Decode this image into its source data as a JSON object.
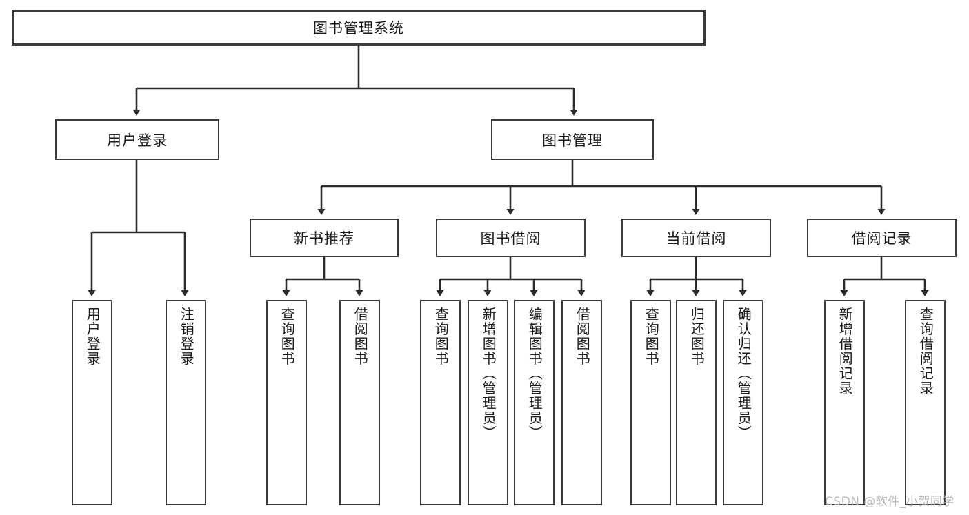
{
  "diagram": {
    "type": "hierarchy-tree",
    "title": "图书管理系统",
    "watermark": "CSDN @软件_小贺同学",
    "colors": {
      "background": "#ffffff",
      "border": "#3a3a3a",
      "text": "#1a1a1a",
      "edge": "#2b2b2b",
      "watermark": "#b9b9b9"
    },
    "nodes": {
      "root": {
        "label": "图书管理系统"
      },
      "level1": [
        {
          "id": "user-login",
          "label": "用户登录"
        },
        {
          "id": "book-manage",
          "label": "图书管理"
        }
      ],
      "level2": [
        {
          "id": "new-book-recommend",
          "label": "新书推荐",
          "parent": "book-manage"
        },
        {
          "id": "book-borrow",
          "label": "图书借阅",
          "parent": "book-manage"
        },
        {
          "id": "current-borrow",
          "label": "当前借阅",
          "parent": "book-manage"
        },
        {
          "id": "borrow-record",
          "label": "借阅记录",
          "parent": "book-manage"
        }
      ],
      "leaves": [
        {
          "id": "leaf-user-login",
          "label": "用户登录",
          "parent": "user-login"
        },
        {
          "id": "leaf-user-logout",
          "label": "注销登录",
          "parent": "user-login"
        },
        {
          "id": "leaf-query-book-1",
          "label": "查询图书",
          "parent": "new-book-recommend"
        },
        {
          "id": "leaf-borrow-book-1",
          "label": "借阅图书",
          "parent": "new-book-recommend"
        },
        {
          "id": "leaf-query-book-2",
          "label": "查询图书",
          "parent": "book-borrow"
        },
        {
          "id": "leaf-add-book",
          "label": "新增图书（管理员）",
          "parent": "book-borrow"
        },
        {
          "id": "leaf-edit-book",
          "label": "编辑图书（管理员）",
          "parent": "book-borrow"
        },
        {
          "id": "leaf-borrow-book-2",
          "label": "借阅图书",
          "parent": "book-borrow"
        },
        {
          "id": "leaf-query-book-3",
          "label": "查询图书",
          "parent": "current-borrow"
        },
        {
          "id": "leaf-return-book",
          "label": "归还图书",
          "parent": "current-borrow"
        },
        {
          "id": "leaf-confirm-return",
          "label": "确认归还（管理员）",
          "parent": "current-borrow"
        },
        {
          "id": "leaf-add-record",
          "label": "新增借阅记录",
          "parent": "borrow-record"
        },
        {
          "id": "leaf-query-record",
          "label": "查询借阅记录",
          "parent": "borrow-record"
        }
      ]
    }
  }
}
